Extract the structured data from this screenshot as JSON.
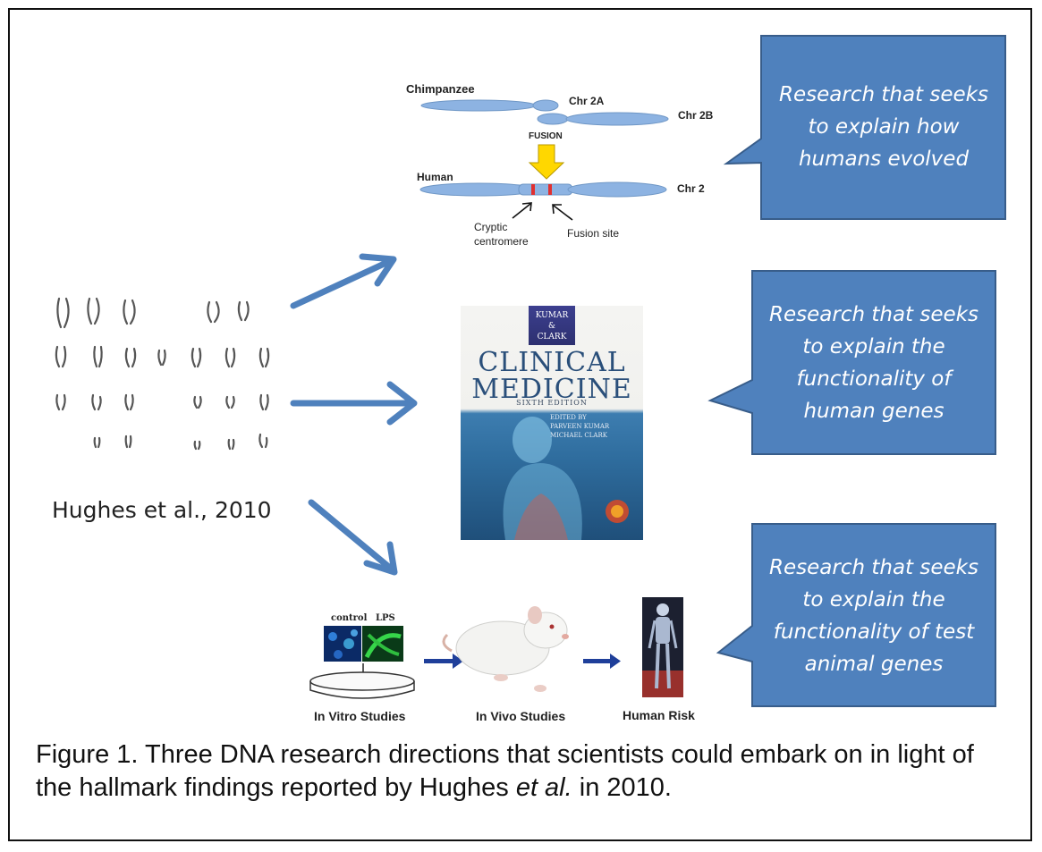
{
  "callouts": [
    {
      "lines": [
        "Research that seeks",
        "to explain how",
        "humans evolved"
      ]
    },
    {
      "lines": [
        "Research that seeks",
        "to explain the",
        "functionality of",
        "human genes"
      ]
    },
    {
      "lines": [
        "Research that seeks",
        "to explain the",
        "functionality of test",
        "animal genes"
      ]
    }
  ],
  "chromosome_panel": {
    "chimpanzee": "Chimpanzee",
    "chr2a": "Chr 2A",
    "chr2b": "Chr 2B",
    "fusion": "FUSION",
    "human": "Human",
    "chr2": "Chr 2",
    "cryptic_line1": "Cryptic",
    "cryptic_line2": "centromere",
    "fusion_site": "Fusion site"
  },
  "book": {
    "badge_line1": "KUMAR",
    "badge_line2": "&",
    "badge_line3": "CLARK",
    "title_line1": "CLINICAL",
    "title_line2": "MEDICINE",
    "edition": "SIXTH EDITION",
    "edited": "EDITED BY",
    "author1": "PARVEEN KUMAR",
    "author2": "MICHAEL CLARK"
  },
  "studies": {
    "control": "control",
    "lps": "LPS",
    "in_vitro": "In Vitro Studies",
    "in_vivo": "In Vivo Studies",
    "human_risk": "Human Risk"
  },
  "citation": "Hughes et al., 2010",
  "caption": {
    "prefix": "Figure 1. Three DNA research directions that scientists could embark on in light of the hallmark findings reported by Hughes ",
    "italic": "et al.",
    "suffix": " in 2010."
  },
  "colors": {
    "callout_fill": "#4f81bd",
    "callout_stroke": "#385d8a",
    "arrow": "#4f81bd",
    "chromosome": "#8db3e2",
    "fusion_arrow": "#ffd700",
    "centromere_mark": "#e03030"
  }
}
